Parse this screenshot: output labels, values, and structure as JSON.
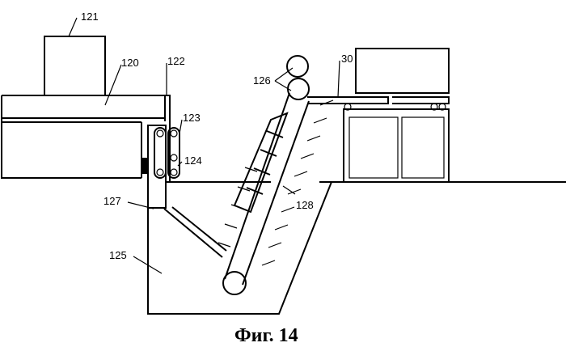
{
  "labels": {
    "l121": "121",
    "l120": "120",
    "l122": "122",
    "l30": "30",
    "l123": "123",
    "l126": "126",
    "l124": "124",
    "l127": "127",
    "l128": "128",
    "l125": "125"
  },
  "caption": "Фиг. 14"
}
